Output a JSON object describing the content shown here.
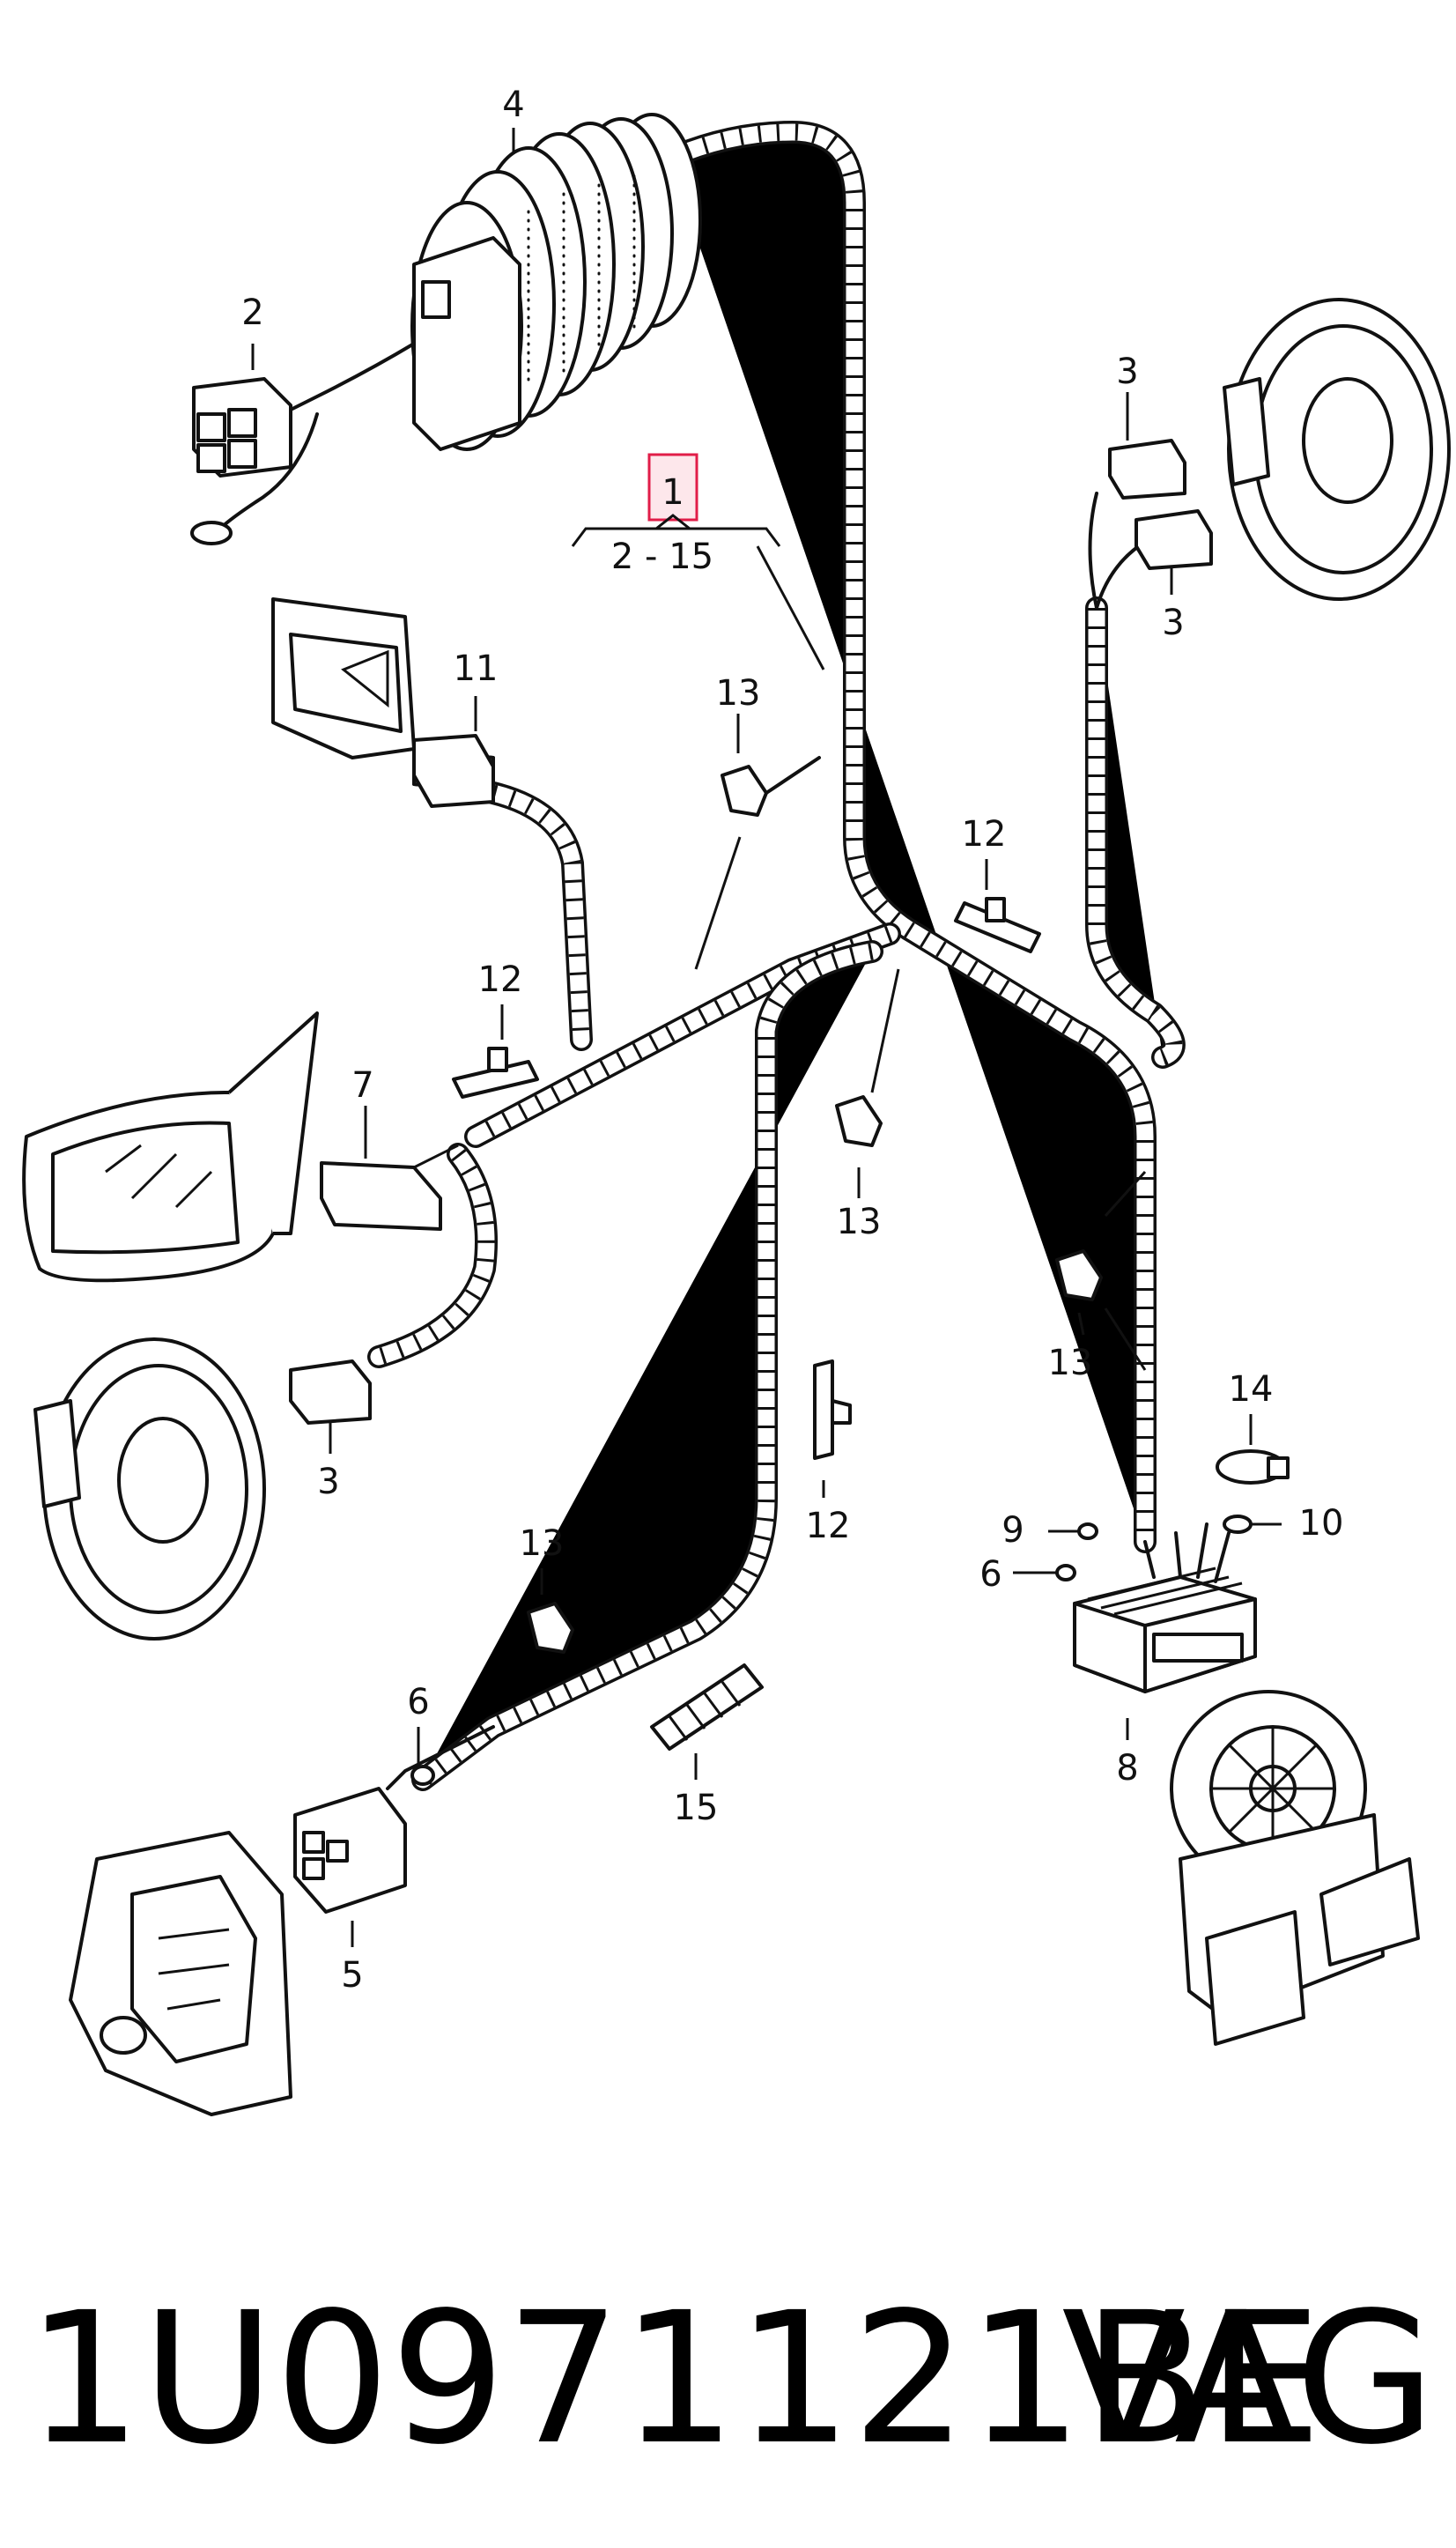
{
  "diagram": {
    "main_callout": {
      "number": "1",
      "range": "2 - 15"
    },
    "labels": {
      "door_boot": "4",
      "main_connector": "2",
      "switch_connector": "11",
      "mirror_connector": "7",
      "clip_upper_left": "13",
      "clip_upper_mid": "12",
      "clip_left_tie": "12",
      "clip_center": "13",
      "clip_right": "13",
      "clip_vertical": "12",
      "clip_lower": "13",
      "tweeter_connector_top": "3",
      "tweeter_connector_bottom": "3",
      "speaker_connector": "3",
      "contact_6_upper": "6",
      "contact_6_lower": "6",
      "lock_connector": "5",
      "sleeve": "15",
      "cable_tie": "14",
      "contact_9": "9",
      "contact_10": "10",
      "control_unit_connector": "8"
    },
    "highlight_color": "#e11d48"
  },
  "caption": {
    "part_number": "1U0971121BE",
    "brand": "VAG"
  }
}
